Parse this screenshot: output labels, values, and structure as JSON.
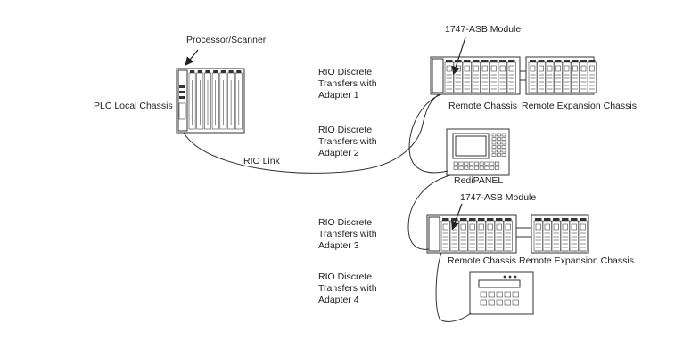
{
  "labels": {
    "processor_scanner": "Processor/Scanner",
    "plc_local_chassis": "PLC Local Chassis",
    "asb_module_top": "1747-ASB Module",
    "asb_module_bottom": "1747-ASB Module",
    "rio_adapter_1": "RIO Discrete\nTransfers with\nAdapter 1",
    "rio_adapter_2": "RIO Discrete\nTransfers with\nAdapter 2",
    "rio_adapter_3": "RIO Discrete\nTransfers with\nAdapter 3",
    "rio_adapter_4": "RIO Discrete\nTransfers with\nAdapter 4",
    "rio_link": "RIO Link",
    "remote_chassis_top": "Remote Chassis",
    "remote_expansion_top": "Remote Expansion Chassis",
    "redipanel": "RediPANEL",
    "remote_chassis_bottom": "Remote Chassis",
    "remote_expansion_bottom": "Remote Expansion Chassis"
  }
}
